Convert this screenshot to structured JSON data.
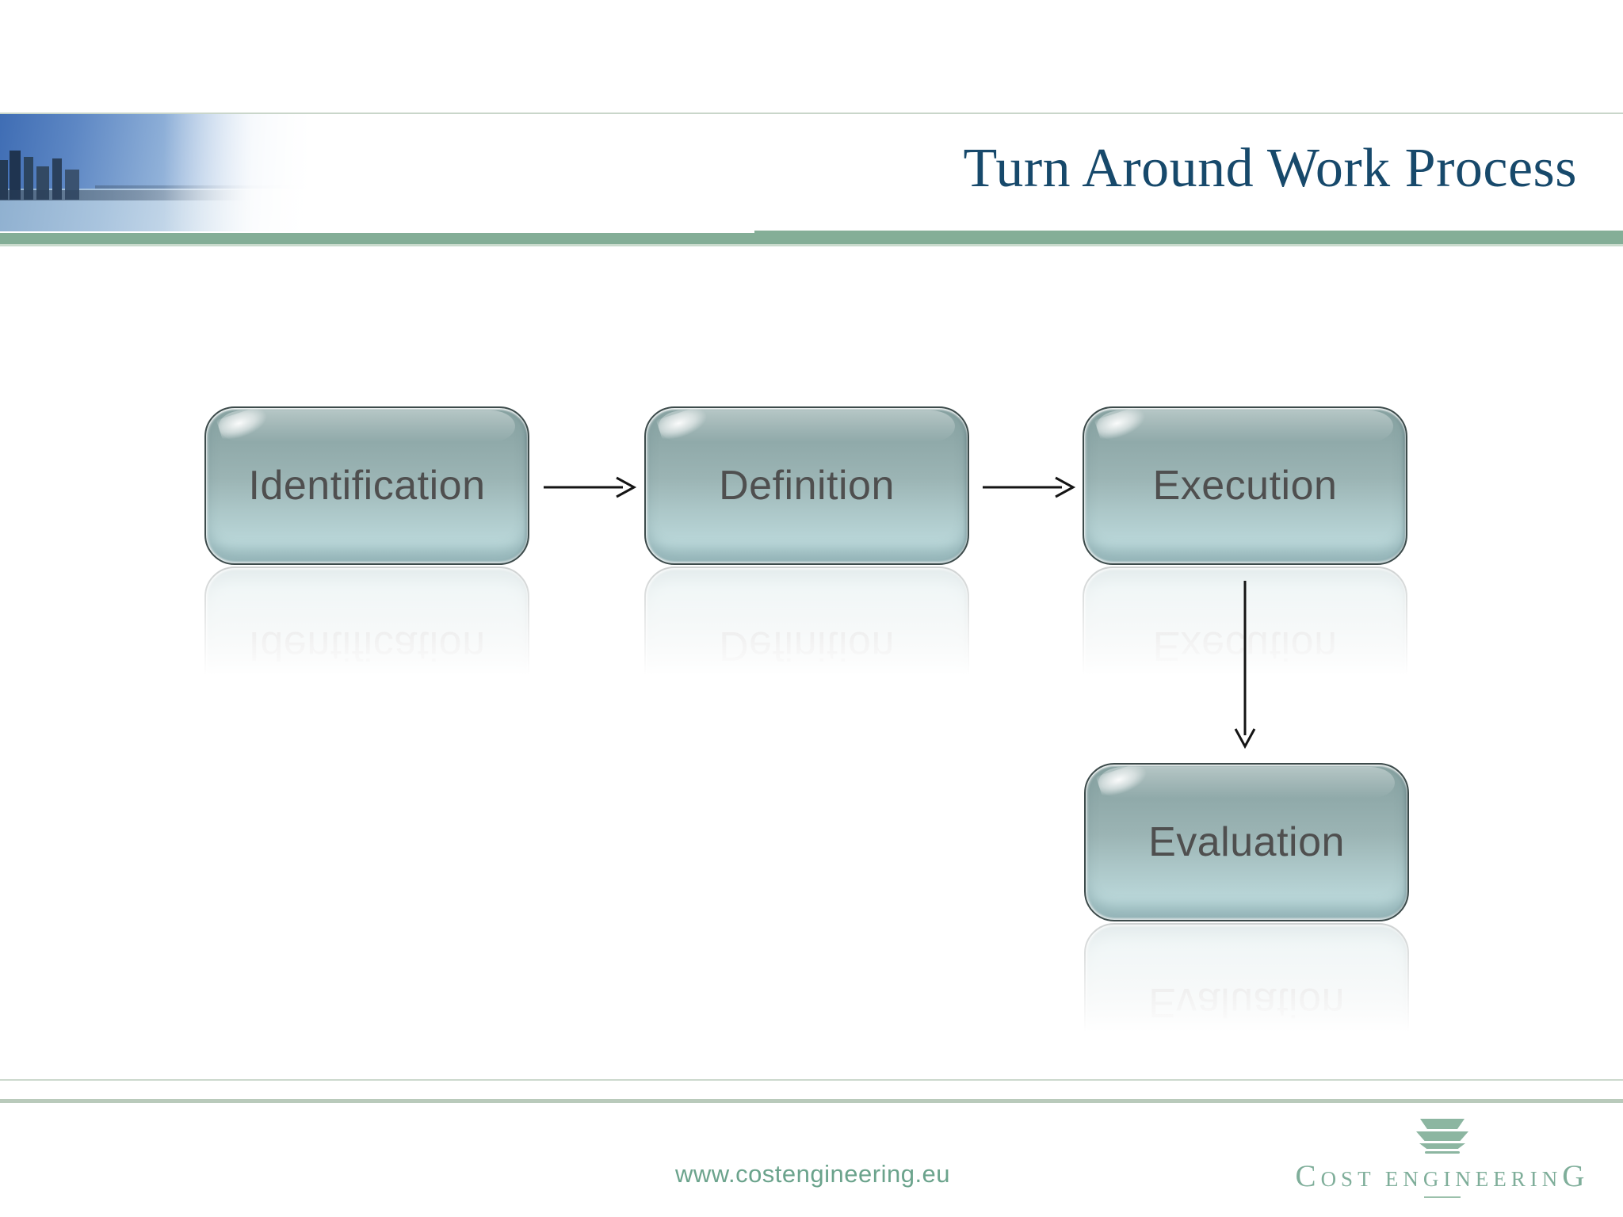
{
  "slide": {
    "title": "Turn Around Work Process",
    "diagram": {
      "boxes": [
        {
          "id": "identification",
          "label": "Identification"
        },
        {
          "id": "definition",
          "label": "Definition"
        },
        {
          "id": "execution",
          "label": "Execution"
        },
        {
          "id": "evaluation",
          "label": "Evaluation"
        }
      ],
      "connections": [
        {
          "from": "Identification",
          "to": "Definition",
          "direction": "right"
        },
        {
          "from": "Definition",
          "to": "Execution",
          "direction": "right"
        },
        {
          "from": "Execution",
          "to": "Evaluation",
          "direction": "down"
        }
      ]
    },
    "footer": {
      "url": "www.costengineering.eu",
      "logo": {
        "c1": "C",
        "mid": "OST ENGINEERIN",
        "c2": "G"
      }
    },
    "colors": {
      "title_text": "#17496b",
      "band_green": "#84ae97",
      "band_green_light": "#cadbcd",
      "box_fill_top": "#87a2a1",
      "box_fill_bottom": "#b9d6d8",
      "box_outline": "#3d4b4b",
      "box_text": "#4f4f4f",
      "arrow": "#141414",
      "footer_url_green": "#6ba38c",
      "logo_green": "#8cb6a1"
    }
  }
}
